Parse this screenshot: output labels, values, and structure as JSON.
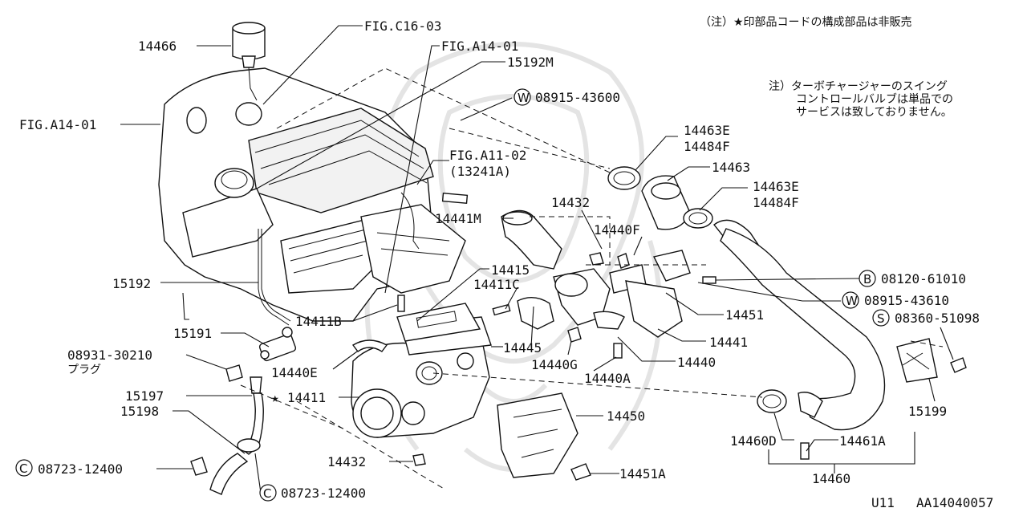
{
  "notes": {
    "top_right": "（注）★印部品コードの構成部品は非販売",
    "turbo_line1": "注）ターボチャージャーのスイング",
    "turbo_line2": "コントロールバルブは単品での",
    "turbo_line3": "サービスは致しておりません。"
  },
  "labels": {
    "l14466": "14466",
    "figC1603": "FIG.C16-03",
    "figA1401_top": "FIG.A14-01",
    "l15192M": "15192M",
    "w0891543600": "08915-43600",
    "figA1401_left": "FIG.A14-01",
    "l14463E_a": "14463E",
    "l14484F_a": "14484F",
    "figA1102": "FIG.A11-02",
    "l13241A": "(13241A)",
    "l14463": "14463",
    "l14463E_b": "14463E",
    "l14484F_b": "14484F",
    "l14432_top": "14432",
    "l14441M": "14441M",
    "l14440F": "14440F",
    "l14415": "14415",
    "l14411C": "14411C",
    "l15192": "15192",
    "b0812061010": "08120-61010",
    "w0891543610": "08915-43610",
    "l14451": "14451",
    "l14411B": "14411B",
    "s0836051098": "08360-51098",
    "l15191": "15191",
    "l14441": "14441",
    "l14445": "14445",
    "l0893130210": "08931-30210",
    "plug": "プラグ",
    "l14440G": "14440G",
    "l14440": "14440",
    "l14440E": "14440E",
    "l14440A": "14440A",
    "l15197": "15197",
    "l14411": "14411",
    "l15199": "15199",
    "l15198": "15198",
    "l14450": "14450",
    "l14460D": "14460D",
    "l14461A": "14461A",
    "c0872312400_a": "08723-12400",
    "l14432_bot": "14432",
    "l14451A": "14451A",
    "l14460": "14460",
    "c0872312400_b": "08723-12400",
    "code_u11": "U11",
    "code_ref": "AA14040057"
  },
  "prefixes": {
    "w": "W",
    "b": "B",
    "s": "S",
    "c": "C",
    "star": "★"
  }
}
